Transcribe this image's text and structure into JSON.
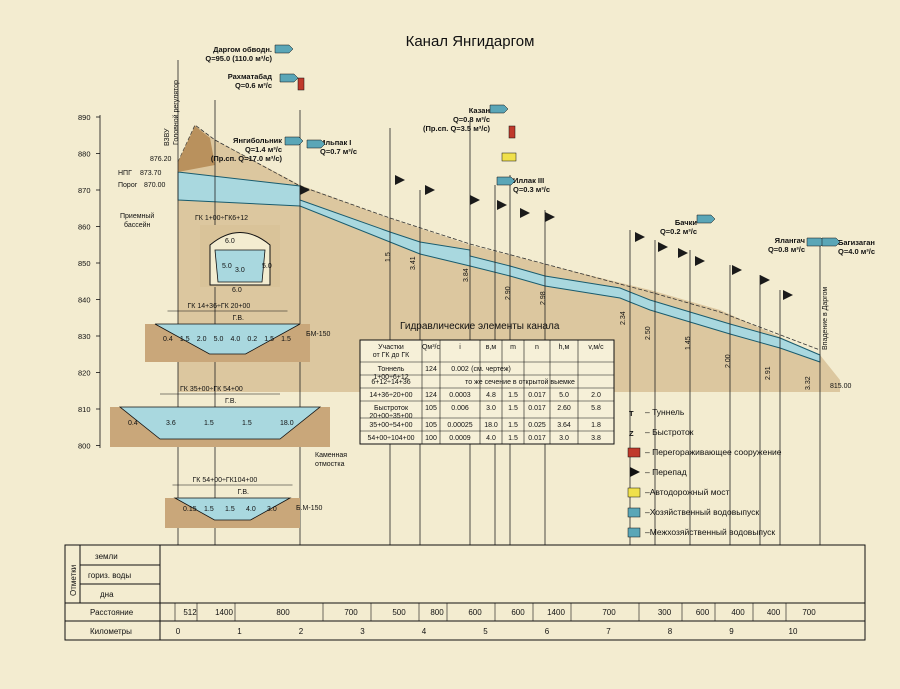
{
  "title": "Канал Янгидаргом",
  "y_axis_ticks": [
    "890",
    "880",
    "870",
    "860",
    "850",
    "840",
    "830",
    "820",
    "810",
    "800"
  ],
  "profile_labels": {
    "npg": "НПГ",
    "npg_val": "873.70",
    "top_val": "876.20",
    "porog": "Порог",
    "porog_val": "870.00",
    "basin": [
      "Приемный",
      "бассейн"
    ],
    "vzvu": "ВЗВУ",
    "head_reg": "Головной регулятор",
    "tunnel_tag": "ГК 1+00÷ГК6+12",
    "end_val": "815.00",
    "vladenie": "Впадение в Даргом"
  },
  "drop_labels": [
    "1.5",
    "3.41",
    "3.84",
    "2.90",
    "2.98",
    "2.34",
    "2.50",
    "1.45",
    "2.00",
    "2.91",
    "3.32"
  ],
  "outlets": {
    "dargom": [
      "Даргом обводн.",
      "Q=95.0 (110.0 м³/с)"
    ],
    "rakhmatabad": [
      "Рахматабад",
      "Q=0.6 м³/с"
    ],
    "yangibolnik": [
      "Янгибольник",
      "Q=1.4 м³/с",
      "(Пр.сп. Q=17.0 м³/с)"
    ],
    "ilpak1": [
      "Ильпак I",
      "Q=0.7 м³/с"
    ],
    "kazan": [
      "Казан",
      "Q=0.8 м³/с",
      "(Пр.сп. Q=3.5 м³/с)"
    ],
    "illak3": [
      "Иллак III",
      "Q=0.3 м³/с"
    ],
    "bachki": [
      "Бачки",
      "Q=0.2 м³/с"
    ],
    "yalangach": [
      "Ялангач",
      "Q=0.8 м³/с"
    ],
    "bagizagan": [
      "Багизаган",
      "Q=4.0 м³/с"
    ]
  },
  "sections": [
    {
      "tag": "ГК 14+36÷ГК 20+00",
      "marks": [
        "0.4",
        "1.5",
        "2.0",
        "5.0",
        "4.0",
        "0.2",
        "1.5",
        "1.5"
      ],
      "gv": "Г.В.",
      "bm": "БМ-150"
    },
    {
      "tag": "ГК 35+00÷ГК 54+00",
      "marks": [
        "0.4",
        "3.6",
        "1.5",
        "1.5",
        "18.0"
      ],
      "gv": "Г.В.",
      "note": [
        "Каменная",
        "отмостка"
      ]
    },
    {
      "tag": "ГК 54+00÷ГК104+00",
      "marks": [
        "0.15",
        "1.5",
        "1.5",
        "4.0",
        "3.0"
      ],
      "gv": "Г.В.",
      "bm": "Б.М-150"
    }
  ],
  "tunnel_section": {
    "marks": [
      "6.0",
      "5.0",
      "3.0",
      "5.0",
      "6.0"
    ]
  },
  "table": {
    "title": "Гидравлические элементы канала",
    "headers": [
      "Участки\nот ГК до ГК",
      "Qм³/с",
      "i",
      "в,м",
      "m",
      "n",
      "h,м",
      "v,м/с"
    ],
    "rows": [
      [
        "Тоннель\n1+00÷6+12",
        "124",
        "0.002",
        "(см. чертеж)",
        "",
        "",
        "",
        ""
      ],
      [
        "6+12÷14+36",
        "",
        "то же сечение в открытой выемке",
        "",
        "",
        "",
        "",
        ""
      ],
      [
        "14+36÷20+00",
        "124",
        "0.0003",
        "4.8",
        "1.5",
        "0.017",
        "5.0",
        "2.0"
      ],
      [
        "Быстроток\n20+00÷35+00",
        "105",
        "0.006",
        "3.0",
        "1.5",
        "0.017",
        "2.60",
        "5.8"
      ],
      [
        "35+00÷54+00",
        "105",
        "0.00025",
        "18.0",
        "1.5",
        "0.025",
        "3.64",
        "1.8"
      ],
      [
        "54+00÷104+00",
        "100",
        "0.0009",
        "4.0",
        "1.5",
        "0.017",
        "3.0",
        "3.8"
      ]
    ]
  },
  "legend": [
    {
      "icon": "tunnel-icon",
      "text": "– Туннель"
    },
    {
      "icon": "rapid-icon",
      "text": "– Быстроток"
    },
    {
      "icon": "barrier-icon",
      "text": "– Перегораживающее сооружение"
    },
    {
      "icon": "drop-flag-icon",
      "text": "– Перепад"
    },
    {
      "icon": "road-bridge-icon",
      "text": "–Автодорожный мост"
    },
    {
      "icon": "farm-outlet-icon",
      "text": "–Хозяйственный водовыпуск"
    },
    {
      "icon": "inter-farm-outlet-icon",
      "text": "–Межхозяйственный водовыпуск"
    }
  ],
  "bottom_table": {
    "group_label": "Отметки",
    "rows": [
      "земли",
      "гориз. воды",
      "дна"
    ],
    "distance_label": "Расстояние",
    "distances": [
      "512",
      "1400",
      "800",
      "700",
      "500",
      "800",
      "600",
      "600",
      "1400",
      "700",
      "300",
      "600",
      "400",
      "400",
      "700"
    ],
    "km_label": "Километры",
    "km": [
      "0",
      "1",
      "2",
      "3",
      "4",
      "5",
      "6",
      "7",
      "8",
      "9",
      "10"
    ]
  },
  "colors": {
    "bg": "#f3ecd0",
    "water": "#a9d8df",
    "soil": "#c9a77a",
    "flag": "#1a1a1a",
    "outlet": "#5aa6b7"
  }
}
